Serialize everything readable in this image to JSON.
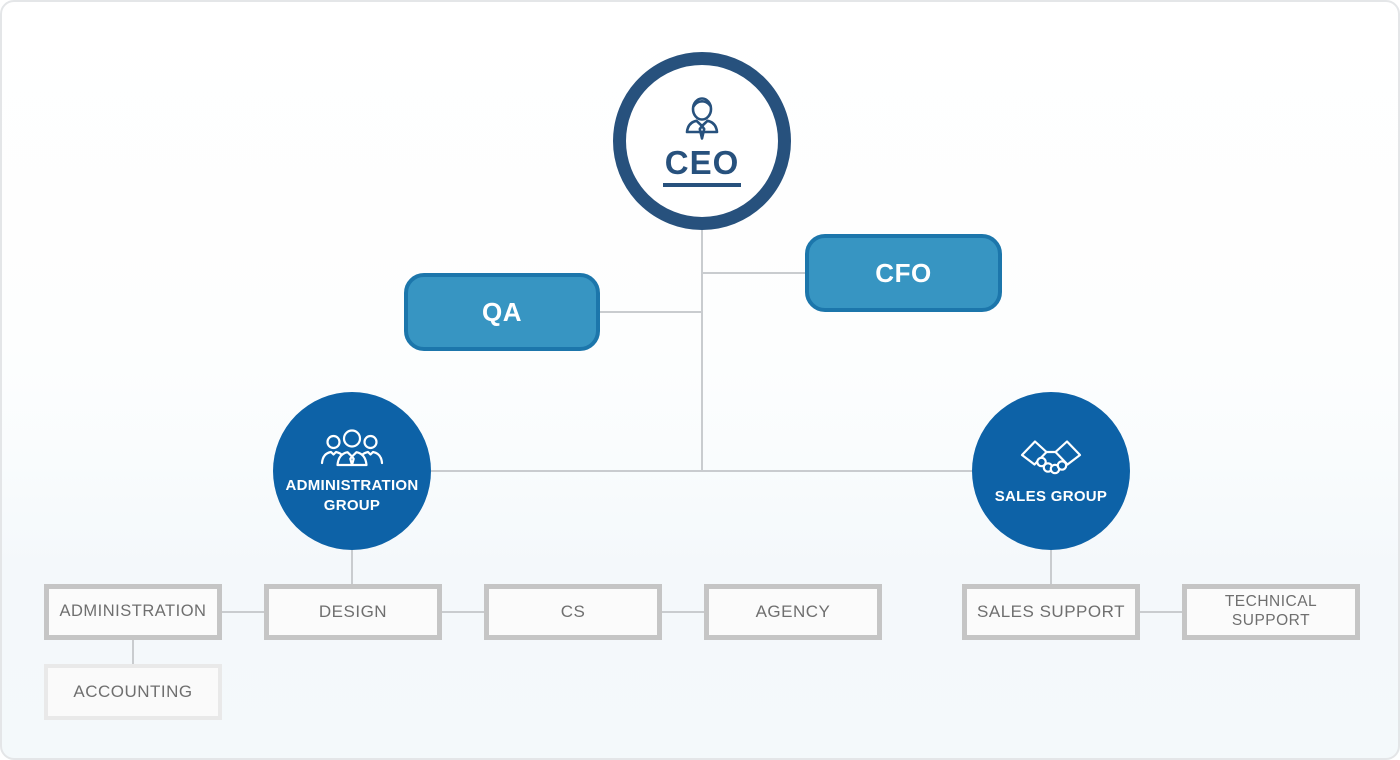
{
  "palette": {
    "navy": "#27517d",
    "pill_fill": "#3795c2",
    "pill_border": "#1c76ab",
    "group_fill": "#0d62a7",
    "connector_line": "#c9cccf",
    "dept_border": "#c5c5c5",
    "dept_fill": "#fbfbfb",
    "dept_text": "#6f6f6f",
    "accounting_border": "#e9e9e9",
    "background_top": "#ffffff",
    "background_bottom": "#f4f9fb"
  },
  "org_chart": {
    "ceo": {
      "label": "CEO",
      "icon": "businessman-icon"
    },
    "qa": {
      "label": "QA"
    },
    "cfo": {
      "label": "CFO"
    },
    "admin_group": {
      "label": "ADMINISTRATION\nGROUP",
      "icon": "team-icon"
    },
    "sales_group": {
      "label": "SALES GROUP",
      "icon": "handshake-icon"
    },
    "departments": [
      {
        "label": "ADMINISTRATION"
      },
      {
        "label": "DESIGN"
      },
      {
        "label": "CS"
      },
      {
        "label": "AGENCY"
      },
      {
        "label": "SALES SUPPORT"
      },
      {
        "label": "TECHNICAL SUPPORT"
      }
    ],
    "accounting": {
      "label": "ACCOUNTING"
    },
    "edges": [
      {
        "from": "CEO",
        "to": "QA"
      },
      {
        "from": "CEO",
        "to": "CFO"
      },
      {
        "from": "CEO",
        "to": "ADMINISTRATION GROUP"
      },
      {
        "from": "CEO",
        "to": "SALES GROUP"
      },
      {
        "from": "ADMINISTRATION GROUP",
        "to": "DESIGN"
      },
      {
        "from": "ADMINISTRATION",
        "to": "DESIGN"
      },
      {
        "from": "DESIGN",
        "to": "CS"
      },
      {
        "from": "CS",
        "to": "AGENCY"
      },
      {
        "from": "ADMINISTRATION",
        "to": "ACCOUNTING"
      },
      {
        "from": "SALES GROUP",
        "to": "SALES SUPPORT"
      },
      {
        "from": "SALES SUPPORT",
        "to": "TECHNICAL SUPPORT"
      }
    ]
  }
}
